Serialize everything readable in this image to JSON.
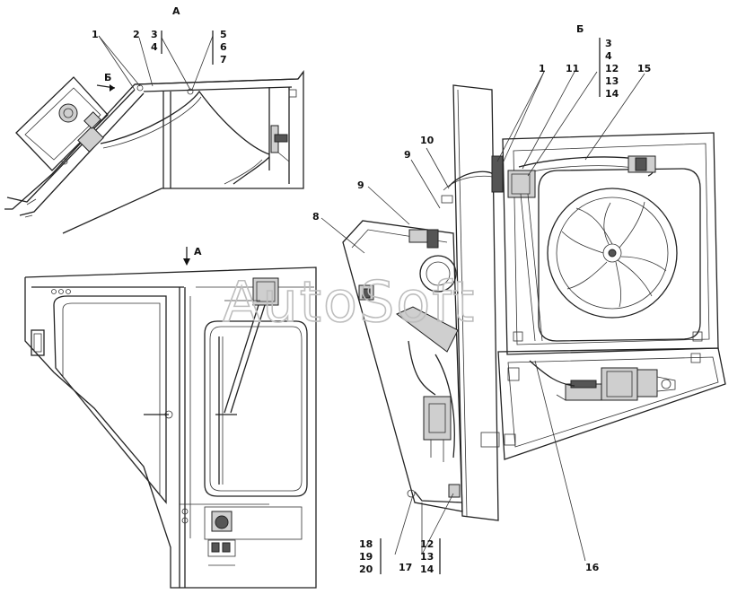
{
  "views": {
    "a": "А",
    "b": "Б"
  },
  "view_a": {
    "arrow_b": "Б",
    "callouts": {
      "c1": "1",
      "c2": "2",
      "g1": [
        "3",
        "4"
      ],
      "g2": [
        "5",
        "6",
        "7"
      ]
    }
  },
  "view_front": {
    "arrow_a": "А"
  },
  "view_b": {
    "group_top": [
      "3",
      "4",
      "12",
      "13",
      "14"
    ],
    "c1": "1",
    "c11": "11",
    "c15": "15",
    "c10": "10",
    "c9a": "9",
    "c9b": "9",
    "c8": "8",
    "c16": "16",
    "c17": "17",
    "bottom_left": [
      "18",
      "19",
      "20"
    ],
    "bottom_right": [
      "12",
      "13",
      "14"
    ]
  },
  "watermark": "AutoSoft"
}
